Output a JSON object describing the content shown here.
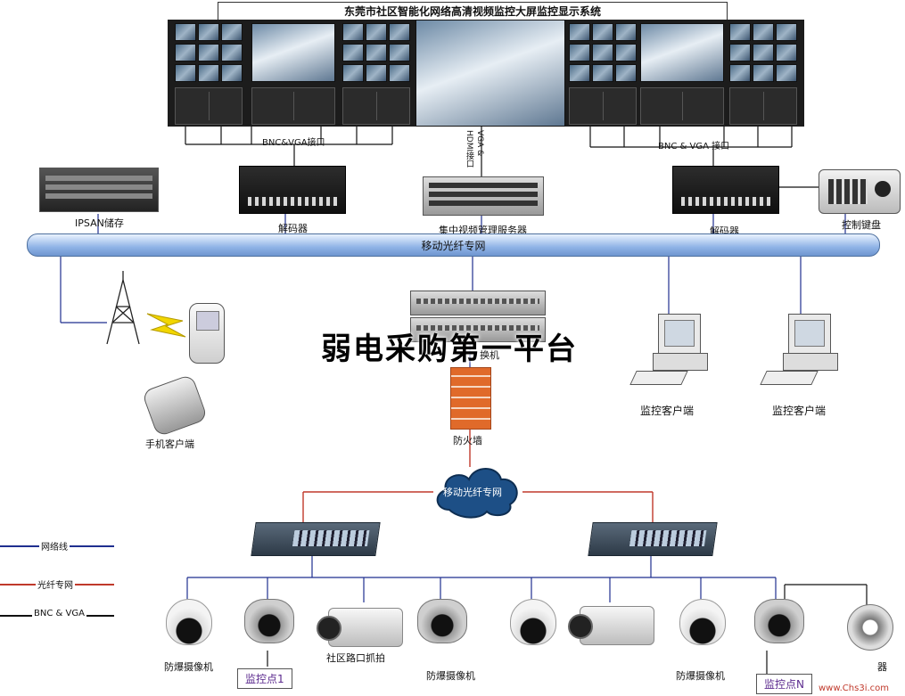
{
  "title": "东莞市社区智能化网络高清视频监控大屏监控显示系统",
  "labels": {
    "bnc_vga_left": "BNC&VGA接口",
    "vga_hdmi": "VGA & HDMI接口",
    "bnc_vga_right": "BNC & VGA 接口",
    "ipsan": "IPSAN储存",
    "decoder_left": "解码器",
    "server": "集中视频管理服务器",
    "decoder_right": "解码器",
    "keyboard": "控制键盘",
    "bus": "移动光纤专网",
    "switch_core": "换机",
    "mobile_client": "手机客户端",
    "firewall": "防火墙",
    "monitor_client_1": "监控客户端",
    "monitor_client_2": "监控客户端",
    "cloud": "移动光纤专网",
    "cam_explosion_1": "防爆摄像机",
    "cam_road": "社区路口抓拍",
    "cam_explosion_2": "防爆摄像机",
    "cam_explosion_3": "防爆摄像机",
    "cam_last": "器",
    "point_1": "监控点1",
    "point_n": "监控点N",
    "watermark": "弱电采购第一平台",
    "site": "www.Chs3i.com"
  },
  "legend": [
    {
      "label": "网络线",
      "color": "#1f2f8f"
    },
    {
      "label": "光纤专网",
      "color": "#c0392b"
    },
    {
      "label": "BNC & VGA",
      "color": "#111111"
    }
  ],
  "colors": {
    "network": "#1f2f8f",
    "fiber": "#c0392b",
    "bnc": "#111111"
  }
}
